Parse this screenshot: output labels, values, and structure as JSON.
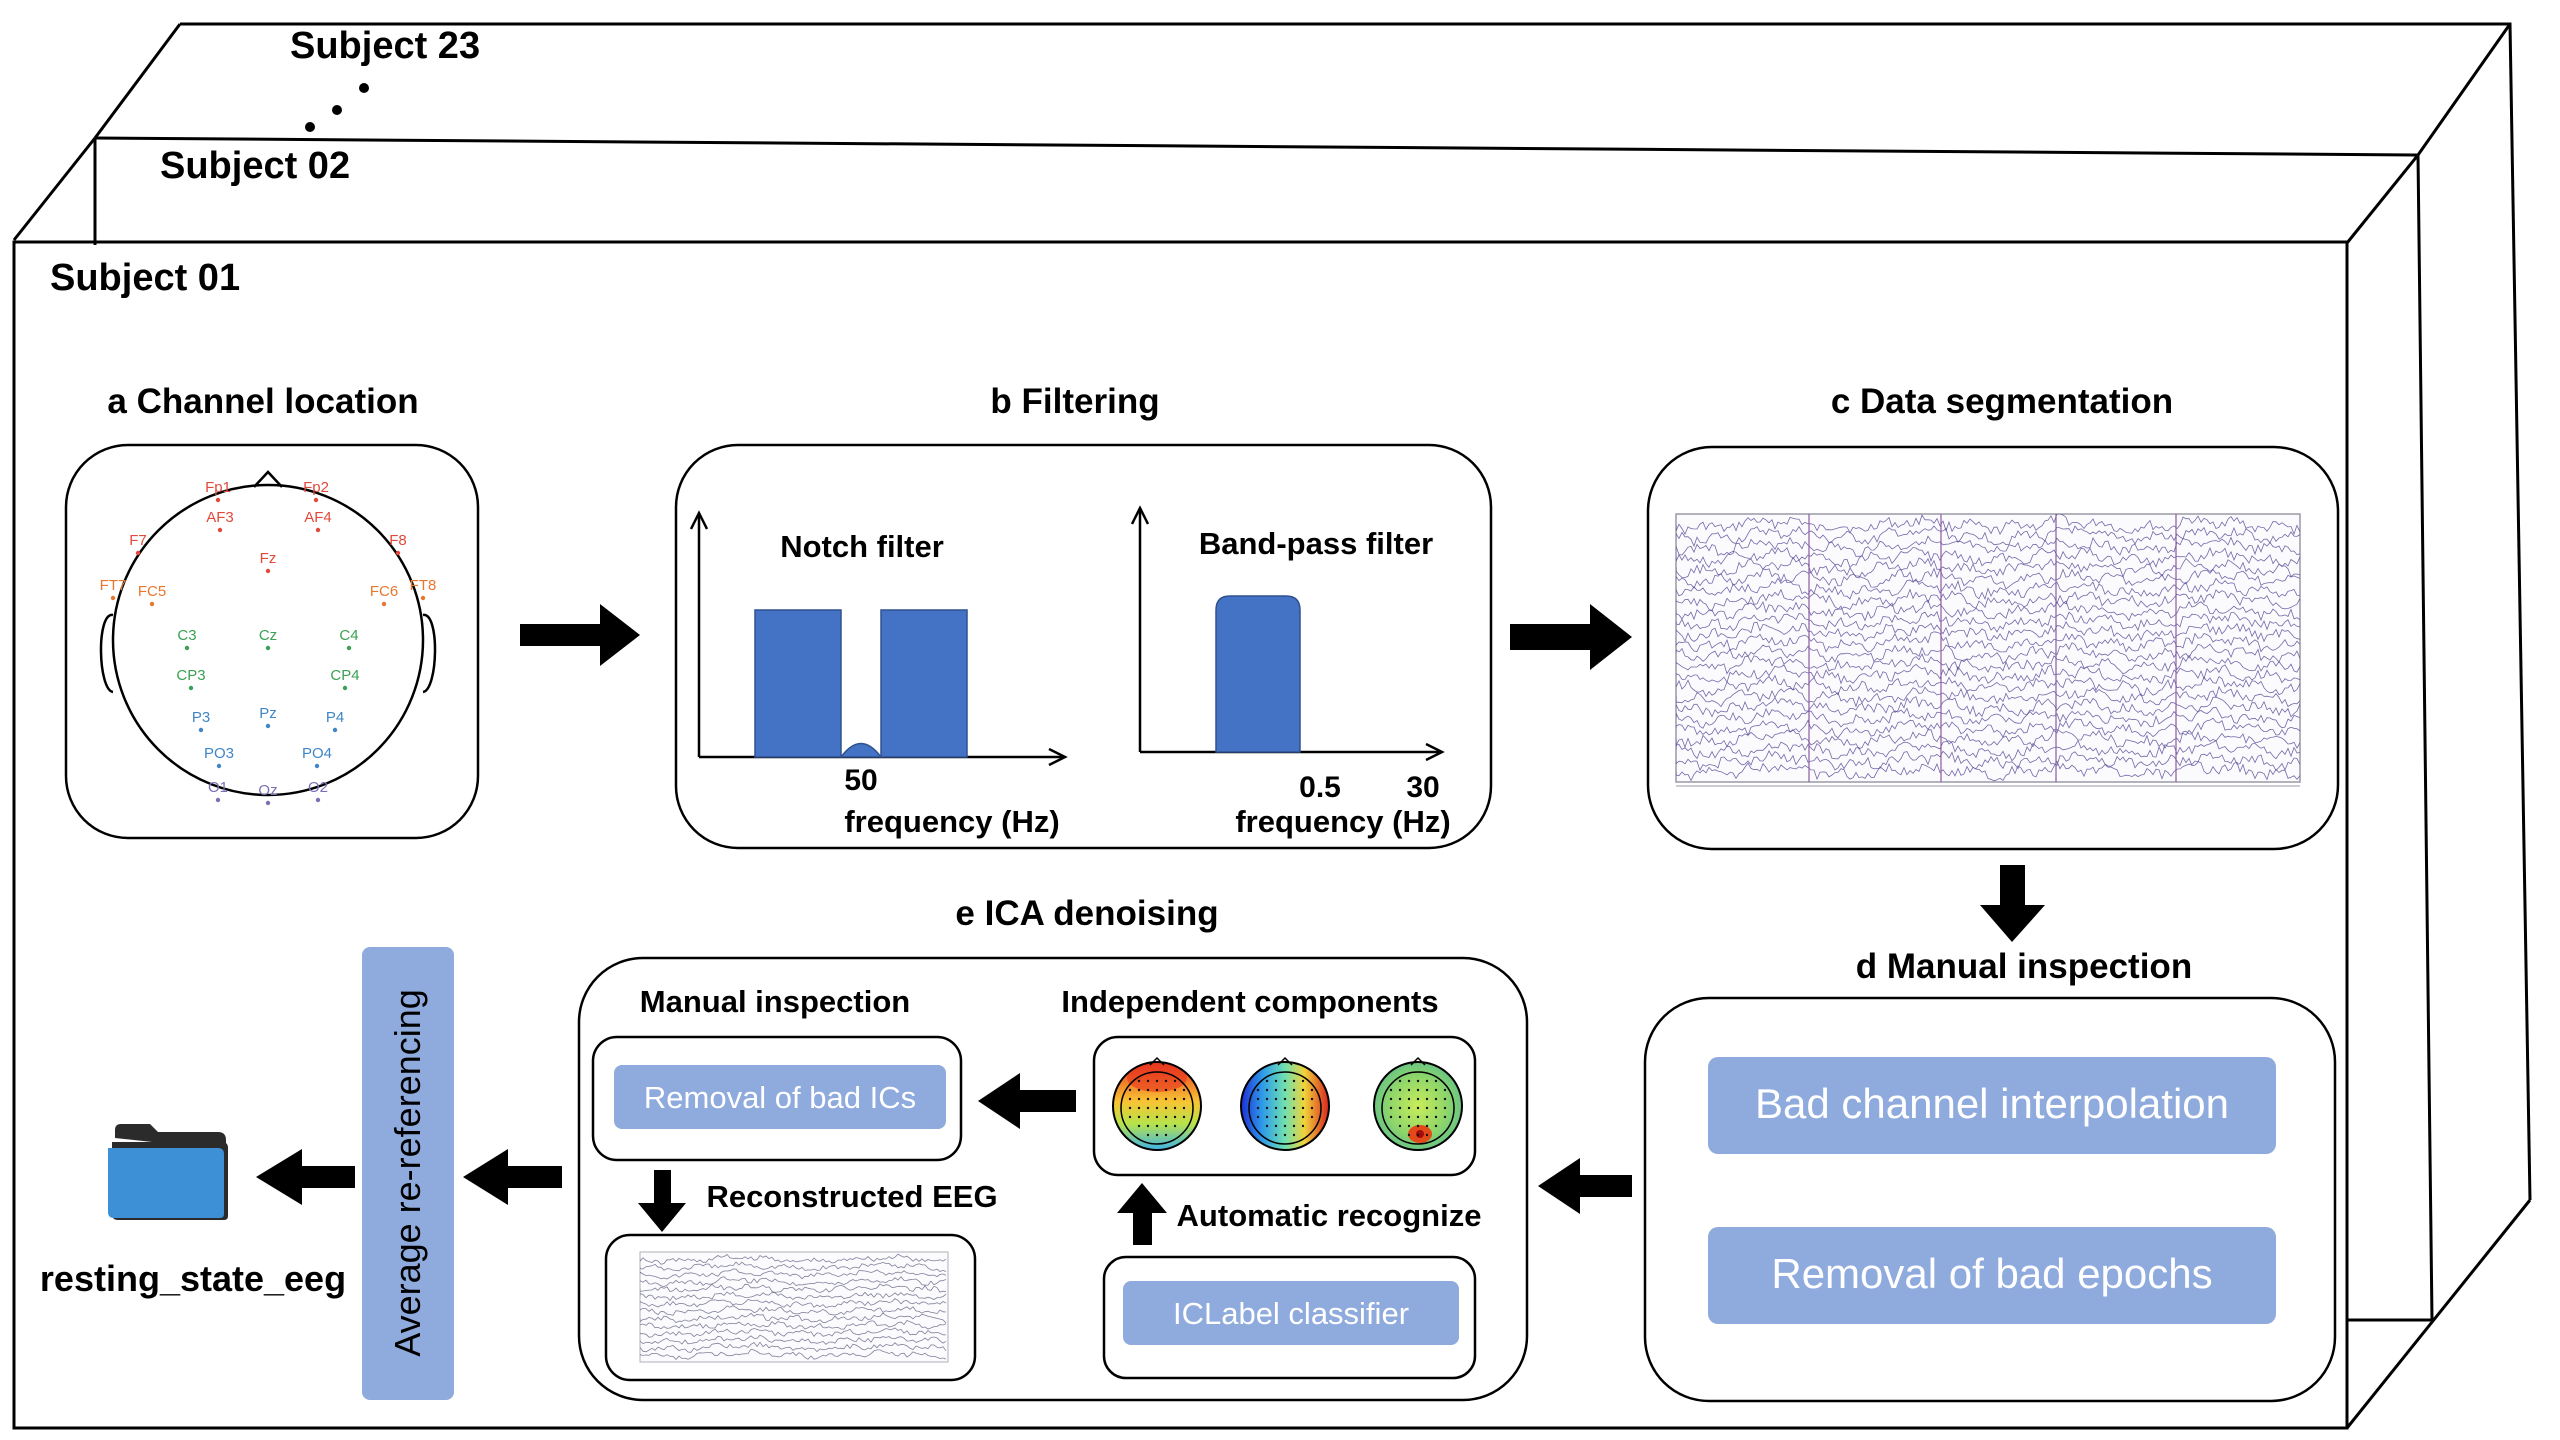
{
  "subjects": {
    "s23": "Subject 23",
    "s02": "Subject 02",
    "s01": "Subject 01"
  },
  "panels": {
    "a": {
      "title": "a Channel location"
    },
    "b": {
      "title": "b Filtering",
      "notch_title": "Notch filter",
      "notch_tick": "50",
      "notch_xlabel": "frequency (Hz)",
      "band_title": "Band-pass filter",
      "band_tick_low": "0.5",
      "band_tick_high": "30",
      "band_xlabel": "frequency (Hz)"
    },
    "c": {
      "title": "c Data segmentation"
    },
    "d": {
      "title": "d Manual inspection",
      "btn1": "Bad channel interpolation",
      "btn2": "Removal of bad epochs"
    },
    "e": {
      "title": "e ICA denoising",
      "manual_label": "Manual inspection",
      "removal_btn": "Removal of bad ICs",
      "reconstructed_label": "Reconstructed EEG",
      "ic_label": "Independent components",
      "auto_label": "Automatic recognize",
      "iclabel_btn": "ICLabel classifier"
    },
    "reref": {
      "label": "Average re-referencing"
    },
    "output": {
      "label": "resting_state_eeg"
    }
  },
  "electrodes": [
    {
      "name": "Fp1",
      "group": "frontal"
    },
    {
      "name": "Fp2",
      "group": "frontal"
    },
    {
      "name": "AF3",
      "group": "frontal"
    },
    {
      "name": "AF4",
      "group": "frontal"
    },
    {
      "name": "F7",
      "group": "frontal"
    },
    {
      "name": "F8",
      "group": "frontal"
    },
    {
      "name": "Fz",
      "group": "frontal"
    },
    {
      "name": "FT7",
      "group": "frontotemporal"
    },
    {
      "name": "FC5",
      "group": "frontotemporal"
    },
    {
      "name": "FC6",
      "group": "frontotemporal"
    },
    {
      "name": "FT8",
      "group": "frontotemporal"
    },
    {
      "name": "C3",
      "group": "central"
    },
    {
      "name": "Cz",
      "group": "central"
    },
    {
      "name": "C4",
      "group": "central"
    },
    {
      "name": "CP3",
      "group": "central"
    },
    {
      "name": "CP4",
      "group": "central"
    },
    {
      "name": "P3",
      "group": "parietal"
    },
    {
      "name": "Pz",
      "group": "parietal"
    },
    {
      "name": "P4",
      "group": "parietal"
    },
    {
      "name": "PO3",
      "group": "parietal"
    },
    {
      "name": "PO4",
      "group": "parietal"
    },
    {
      "name": "O1",
      "group": "occipital"
    },
    {
      "name": "Oz",
      "group": "occipital"
    },
    {
      "name": "O2",
      "group": "occipital"
    }
  ],
  "colors": {
    "frontal": "#e04a3c",
    "frontotemporal": "#e8772e",
    "central": "#3aa053",
    "parietal": "#3f86c6",
    "occipital": "#7b6fb5",
    "bar_blue": "#4472c4",
    "button_blue": "#8faadc",
    "folder_blue": "#3d8fd6",
    "eeg_trace": "#5a4f9a"
  }
}
